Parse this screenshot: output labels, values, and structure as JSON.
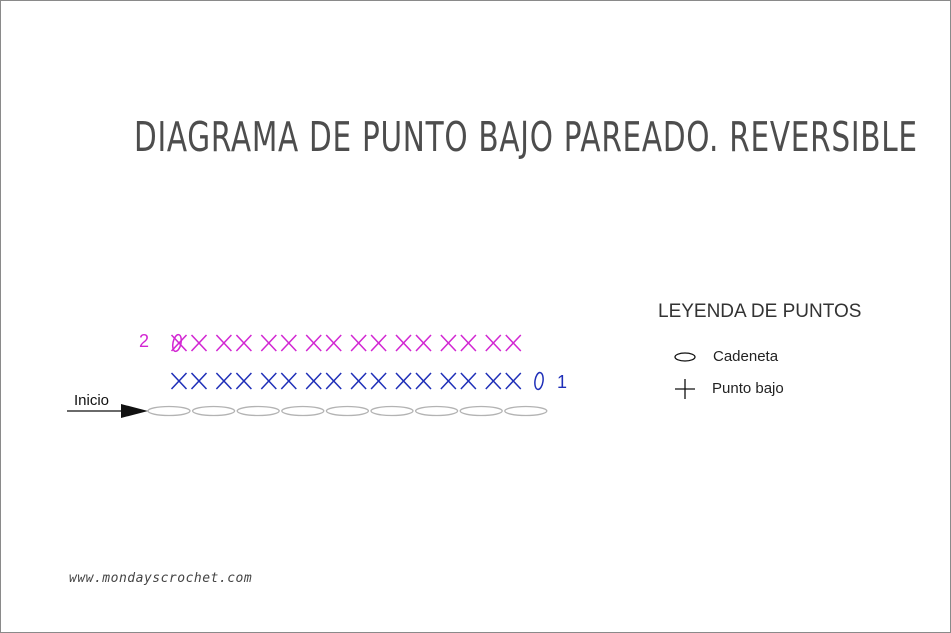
{
  "title": "DIAGRAMA DE PUNTO BAJO PAREADO. REVERSIBLE",
  "diagram": {
    "start_label": "Inicio",
    "row_labels": [
      "1",
      "2"
    ],
    "foundation_chain_count": 9,
    "row1_stitch_count": 16,
    "row2_stitch_count": 16,
    "colors": {
      "chain": "#b3b3b3",
      "row1": "#1f2fb8",
      "row2": "#d226d2",
      "arrow": "#111111"
    }
  },
  "legend": {
    "title": "LEYENDA DE PUNTOS",
    "items": [
      {
        "icon": "chain-oval-icon",
        "label": "Cadeneta"
      },
      {
        "icon": "cross-icon",
        "label": "Punto bajo"
      }
    ]
  },
  "footer": {
    "website": "www.mondayscrochet.com"
  }
}
